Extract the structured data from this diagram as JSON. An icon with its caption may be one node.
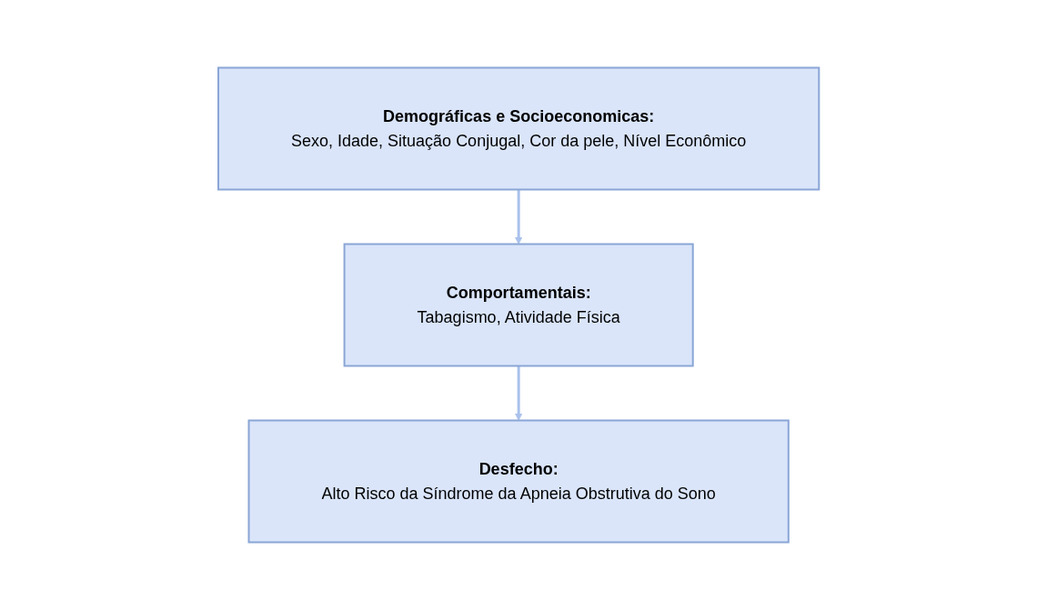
{
  "diagram": {
    "nodes": [
      {
        "text": [
          "Demográficas e Socioeconomicas:",
          "Sexo, Idade, Situação Conjugal, Cor da pele, Nível Econômico"
        ]
      },
      {
        "text": [
          "Comportamentais:",
          "Tabagismo, Atividade Física"
        ]
      },
      {
        "text": [
          "Desfecho:",
          "Alto Risco da Síndrome da Apneia Obstrutiva do Sono"
        ]
      }
    ],
    "edges": [
      {
        "from": 0,
        "to": 1,
        "arrow": "to"
      },
      {
        "from": 1,
        "to": 2,
        "arrow": "to"
      }
    ]
  }
}
